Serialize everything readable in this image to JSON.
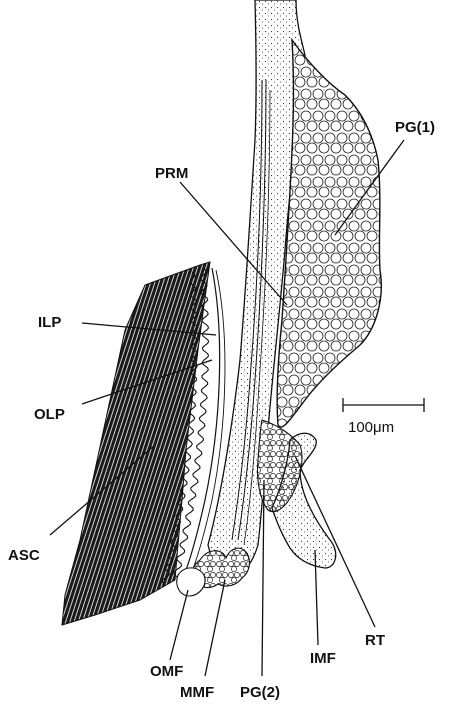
{
  "labels": {
    "pg1": "PG(1)",
    "prm": "PRM",
    "ilp": "ILP",
    "olp": "OLP",
    "asc": "ASC",
    "rt": "RT",
    "imf": "IMF",
    "omf": "OMF",
    "mmf": "MMF",
    "pg2": "PG(2)"
  },
  "scale_bar": {
    "label": "100μm"
  }
}
